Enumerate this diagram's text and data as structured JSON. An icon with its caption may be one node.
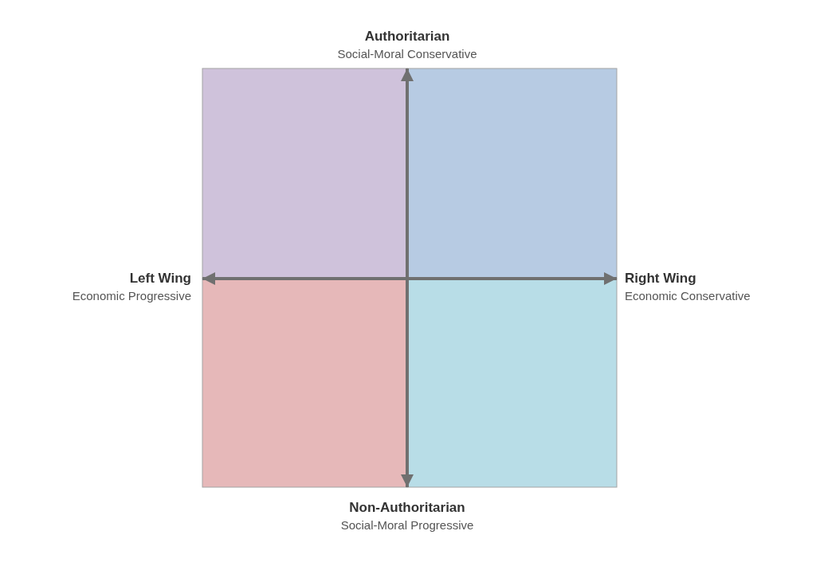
{
  "diagram": {
    "nodes": [
      {
        "text": [
          "Authoritarian",
          "Social-Moral Conservative"
        ]
      },
      {
        "text": [
          "Left Wing",
          "Economic Progressive"
        ]
      },
      {
        "text": [
          "Right Wing",
          "Economic Conservative"
        ]
      },
      {
        "text": [
          "Non-Authoritarian",
          "Social-Moral Progressive"
        ]
      }
    ],
    "edges": [
      {
        "from": 1,
        "to": 2,
        "arrow": "both"
      },
      {
        "from": 0,
        "to": 3,
        "arrow": "both"
      }
    ]
  }
}
